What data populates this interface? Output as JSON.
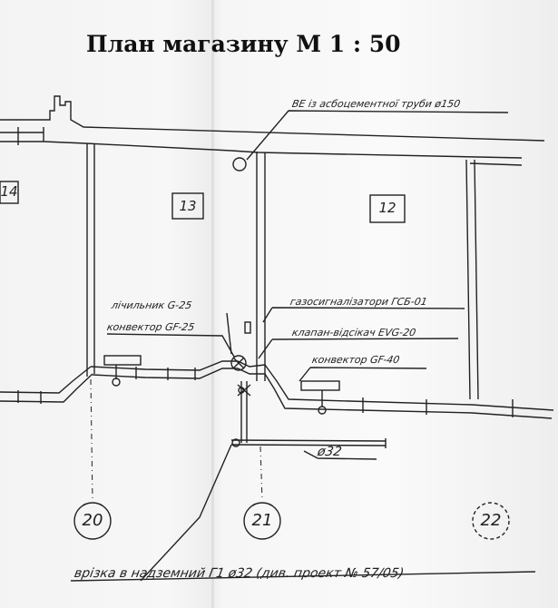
{
  "title": "План магазину   М 1 : 50",
  "annotations": {
    "vent": "ВЕ із асбоцементної труби ø150",
    "meter": "лічильник G-25",
    "convector_left": "конвектор GF-25",
    "gas_alarm": "газосигналізатори ГСБ-01",
    "valve": "клапан-відсікач EVG-20",
    "convector_right": "конвектор GF-40",
    "pipe_dia": "ø32",
    "bottom_note": "врізка в надземний Г1 ø32 (див. проект № 57/05)"
  },
  "rooms": [
    "14",
    "13",
    "12"
  ],
  "axes": [
    "20",
    "21",
    "22"
  ],
  "colors": {
    "ink": "#222222",
    "paper": "#f5f5f5"
  }
}
